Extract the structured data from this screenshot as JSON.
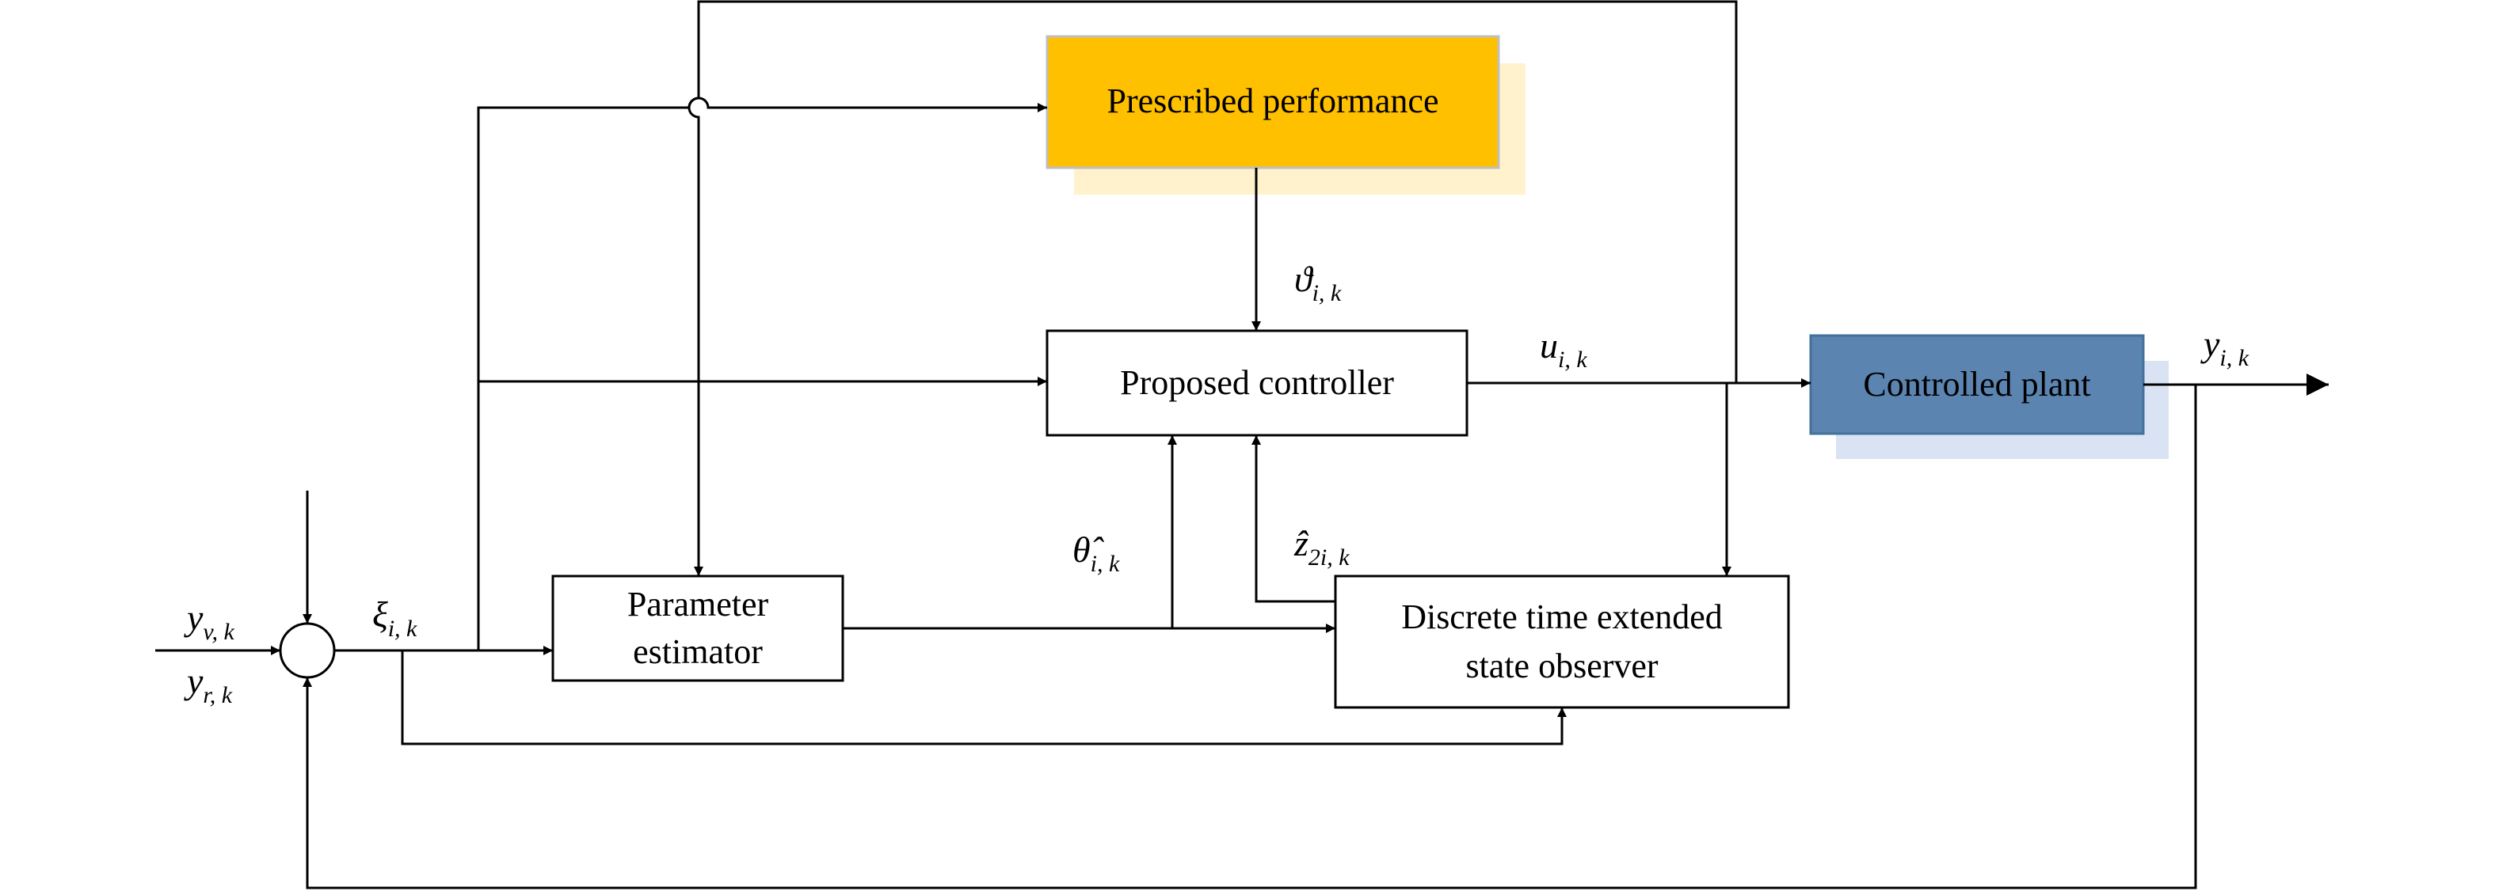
{
  "blocks": {
    "prescribed_performance": "Prescribed performance",
    "proposed_controller": "Proposed controller",
    "controlled_plant": "Controlled plant",
    "parameter_estimator": [
      "Parameter",
      "estimator"
    ],
    "eso": [
      "Discrete time extended",
      "state observer"
    ]
  },
  "signals": {
    "theta_main": "ϑ",
    "theta_sub": "i, k",
    "u_main": "u",
    "u_sub": "i, k",
    "y_out_main": "y",
    "y_out_sub": "i, k",
    "theta_hat_main": "θ̂",
    "theta_hat_sub": "i, k",
    "z_hat_main": "ẑ",
    "z_hat_sub": "2i, k",
    "xi_main": "ξ",
    "xi_sub": "i, k",
    "yv_main": "y",
    "yv_sub": "v, k",
    "yr_main": "y",
    "yr_sub": "r, k"
  },
  "colors": {
    "prescribed_fill": "#FFC000",
    "prescribed_shadow": "#FFF2CC",
    "plant_fill": "#5B84B1",
    "plant_shadow": "#DAE3F3"
  }
}
